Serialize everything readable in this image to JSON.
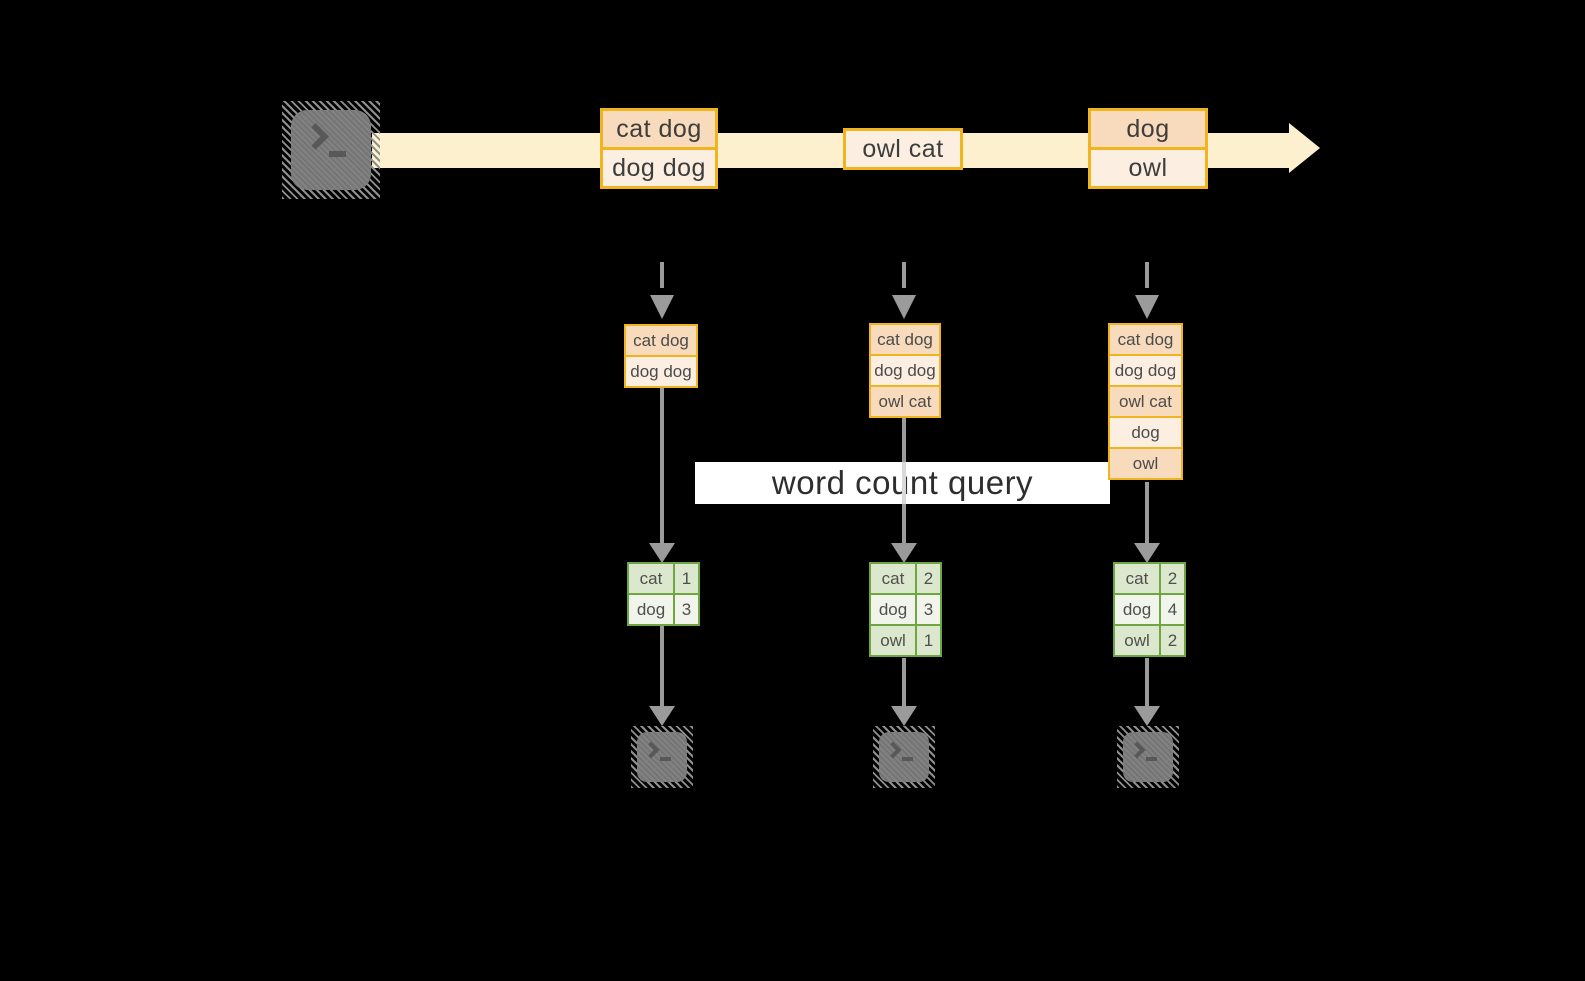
{
  "banner": {
    "label": "word count query"
  },
  "timeline": {
    "events": [
      {
        "lines": [
          "cat dog",
          "dog dog"
        ]
      },
      {
        "lines": [
          "owl cat"
        ]
      },
      {
        "lines": [
          "dog",
          "owl"
        ]
      }
    ]
  },
  "columns": [
    {
      "state": [
        "cat dog",
        "dog dog"
      ],
      "counts": [
        {
          "word": "cat",
          "value": "1"
        },
        {
          "word": "dog",
          "value": "3"
        }
      ]
    },
    {
      "state": [
        "cat dog",
        "dog dog",
        "owl cat"
      ],
      "counts": [
        {
          "word": "cat",
          "value": "2"
        },
        {
          "word": "dog",
          "value": "3"
        },
        {
          "word": "owl",
          "value": "1"
        }
      ]
    },
    {
      "state": [
        "cat dog",
        "dog dog",
        "owl cat",
        "dog",
        "owl"
      ],
      "counts": [
        {
          "word": "cat",
          "value": "2"
        },
        {
          "word": "dog",
          "value": "4"
        },
        {
          "word": "owl",
          "value": "2"
        }
      ]
    }
  ],
  "icons": {
    "source": "terminal-icon",
    "outputs": [
      "terminal-icon",
      "terminal-icon",
      "terminal-icon"
    ]
  },
  "colors": {
    "background": "#000000",
    "stream_band": "#FCF0CE",
    "event_border": "#F0B41E",
    "event_fill_dark": "#F8DBBC",
    "event_fill_light": "#FCEFE1",
    "table_border": "#6EA742",
    "table_fill_dark": "#DCE8CD",
    "table_fill_light": "#F0F4EB",
    "arrow_gray": "#9B9B9B",
    "banner_bg": "#FFFFFF"
  }
}
